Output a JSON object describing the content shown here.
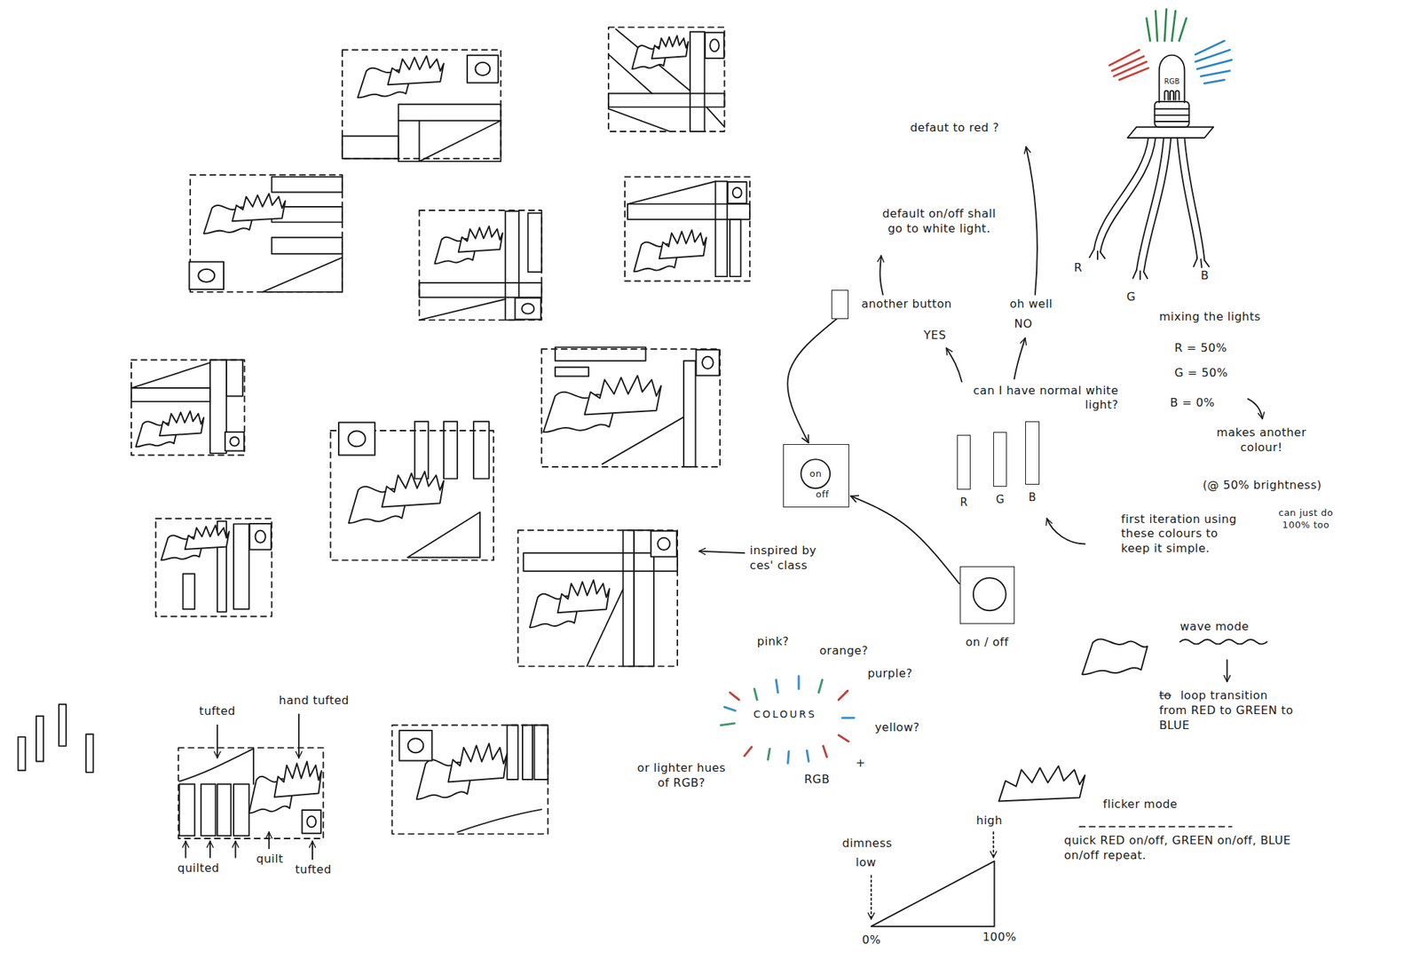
{
  "diagram": {
    "nodes": [
      {
        "text": [
          "another button"
        ]
      },
      {
        "text": [
          "on",
          "off"
        ]
      },
      {
        "text": [
          "R"
        ]
      },
      {
        "text": [
          "G"
        ]
      },
      {
        "text": [
          "B"
        ]
      },
      {
        "text": [
          "on / off"
        ]
      }
    ],
    "edges": [
      {
        "from": 0,
        "to": 1,
        "arrow": "to"
      },
      {
        "from": 5,
        "to": 1,
        "arrow": "to"
      }
    ],
    "labels": [
      "defaut to red ?",
      "default on/off shall go to white light.",
      "oh well",
      "YES",
      "NO",
      "can I have normal white light?",
      "RGB",
      "R",
      "G",
      "B",
      "mixing the lights",
      "R = 50%",
      "G = 50%",
      "B = 0%",
      "makes another colour!",
      "(@ 50% brightness)",
      "can just do 100% too",
      "first iteration using these colours to keep it simple.",
      "wave mode",
      "to",
      "loop transition from RED to GREEN to BLUE",
      "flicker mode",
      "quick RED on/off, GREEN on/off, BLUE on/off repeat.",
      "high",
      "dimness",
      "low",
      "0%",
      "100%",
      "pink?",
      "orange?",
      "purple?",
      "yellow?",
      "COLOURS",
      "+",
      "RGB",
      "or lighter hues of RGB?",
      "inspired by ces' class",
      "tufted",
      "hand tufted",
      "quilted",
      "quilt",
      "tufted"
    ]
  }
}
